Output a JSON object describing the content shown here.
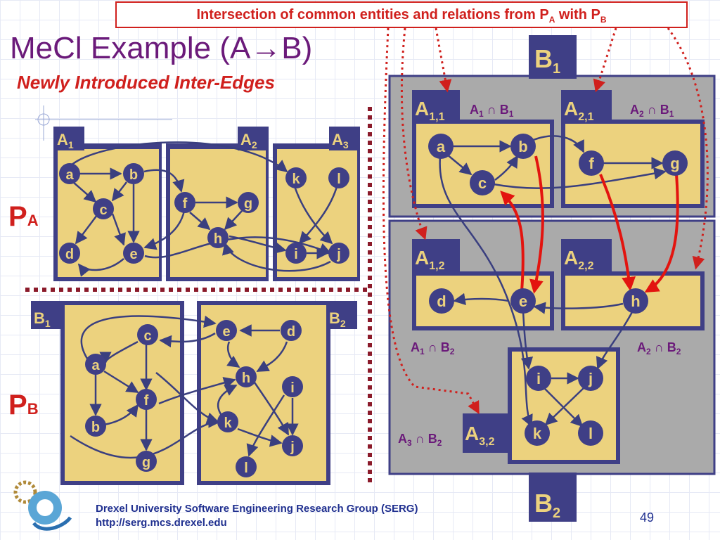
{
  "callout": {
    "text": "Intersection of common entities and relations from P",
    "sub_a": "A",
    "mid": " with P",
    "sub_b": "B"
  },
  "title": "MeCl Example (A→B)",
  "subtitle": "Newly Introduced Inter-Edges",
  "labels": {
    "pa": "P",
    "pa_sub": "A",
    "pb": "P",
    "pb_sub": "B",
    "a1": "A",
    "a1s": "1",
    "a2": "A",
    "a2s": "2",
    "a3": "A",
    "a3s": "3",
    "b1": "B",
    "b1s": "1",
    "b2": "B",
    "b2s": "2",
    "big_b1": "B",
    "big_b1s": "1",
    "big_b2": "B",
    "big_b2s": "2",
    "a11": "A",
    "a11s": "1,1",
    "a21": "A",
    "a21s": "2,1",
    "a12": "A",
    "a12s": "1,2",
    "a22": "A",
    "a22s": "2,2",
    "a32": "A",
    "a32s": "3,2",
    "i_a1b1": "A1 ∩ B1",
    "i_a2b1": "A2 ∩ B1",
    "i_a1b2": "A1 ∩ B2",
    "i_a2b2": "A2 ∩ B2",
    "i_a3b2": "A3 ∩ B2"
  },
  "nodes": {
    "pa": [
      "a",
      "b",
      "c",
      "d",
      "e",
      "f",
      "g",
      "h",
      "k",
      "l",
      "i",
      "j"
    ],
    "pb": [
      "c",
      "a",
      "f",
      "b",
      "g",
      "e",
      "d",
      "h",
      "i",
      "k",
      "j",
      "l"
    ],
    "right": [
      "a",
      "b",
      "c",
      "f",
      "g",
      "d",
      "e",
      "h",
      "i",
      "j",
      "k",
      "l"
    ]
  },
  "footer": {
    "line1": "Drexel University Software Engineering Research Group (SERG)",
    "line2": "http://serg.mcs.drexel.edu"
  },
  "page_number": "49"
}
